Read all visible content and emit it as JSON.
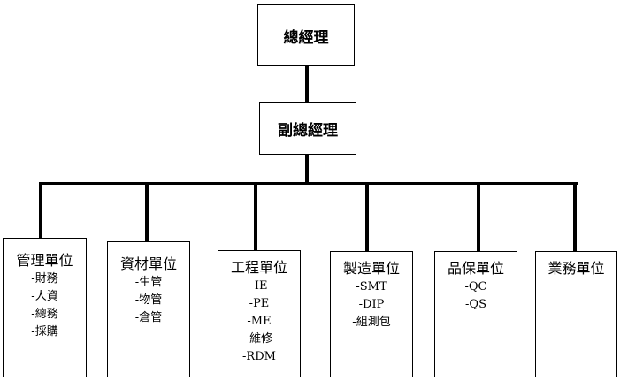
{
  "chart": {
    "top_label": "總經理",
    "second_label": "副總經理",
    "departments": [
      {
        "title": "管理單位",
        "items": [
          "-財務",
          "-人資",
          "-總務",
          "-採購"
        ]
      },
      {
        "title": "資材單位",
        "items": [
          "-生管",
          "-物管",
          "-倉管"
        ]
      },
      {
        "title": "工程單位",
        "items": [
          "-IE",
          "-PE",
          "-ME",
          "-維修",
          "-RDM"
        ]
      },
      {
        "title": "製造單位",
        "items": [
          "-SMT",
          "-DIP",
          "-組測包"
        ]
      },
      {
        "title": "品保單位",
        "items": [
          "-QC",
          "-QS"
        ]
      },
      {
        "title": "業務單位",
        "items": []
      }
    ]
  }
}
